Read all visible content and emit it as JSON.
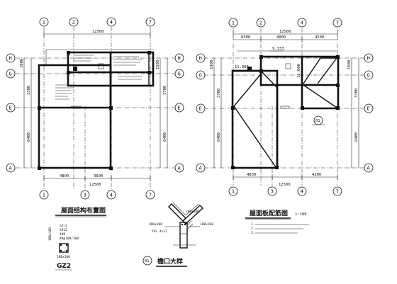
{
  "left_plan": {
    "axes_top": [
      "1",
      "2",
      "4",
      "7"
    ],
    "axes_bottom": [
      "1",
      "3",
      "4",
      "7"
    ],
    "axes_left": [
      "H",
      "G",
      "E",
      "A"
    ],
    "axes_right": [
      "H",
      "G",
      "E",
      "A"
    ],
    "dim_top_total": "12500",
    "dim_bottom_1": "4800",
    "dim_bottom_2": "3600",
    "dim_bottom_total": "12500",
    "dim_left": [
      "1000",
      "3300",
      "6400"
    ],
    "dim_right": [
      "1500",
      "3700",
      "6400"
    ],
    "title": "屋面结构布置图"
  },
  "right_plan": {
    "axes_top": [
      "1",
      "2",
      "4",
      "7"
    ],
    "axes_bottom": [
      "1",
      "3",
      "4",
      "7"
    ],
    "axes_left": [
      "H",
      "G",
      "E",
      "A"
    ],
    "axes_right": [
      "H",
      "G",
      "E",
      "A"
    ],
    "dim_top_total": "12500",
    "dim_top_1": "8300",
    "dim_top_2": "4000",
    "dim_top_3": "4200",
    "dim_bottom_1": "4800",
    "dim_bottom_2": "4200",
    "dim_bottom_total": "12500",
    "dim_left": [
      "1900",
      "3700",
      "6400"
    ],
    "dim_right": [
      "1500",
      "3700",
      "6400"
    ],
    "elev_1": "9.333",
    "elev_2": "11.000",
    "elev_3": "11.000",
    "title": "屋面板配筋图",
    "scale": "1:100",
    "detail_ref": "01",
    "notes": [
      "1.",
      "2.",
      "3."
    ]
  },
  "column_detail": {
    "label": "GZ2",
    "spec_1": "GZ-2",
    "spec_2": "2#12",
    "spec_3": "4#8",
    "spec_4": "180x180",
    "spec_5": "#6@100/200",
    "spec_6": "180x180"
  },
  "eave_detail": {
    "callout": "01",
    "title": "檐口大样",
    "label_1": "200x100",
    "label_2": "200x200",
    "label_3": "100x200",
    "label_4": "YGL 4x12"
  }
}
